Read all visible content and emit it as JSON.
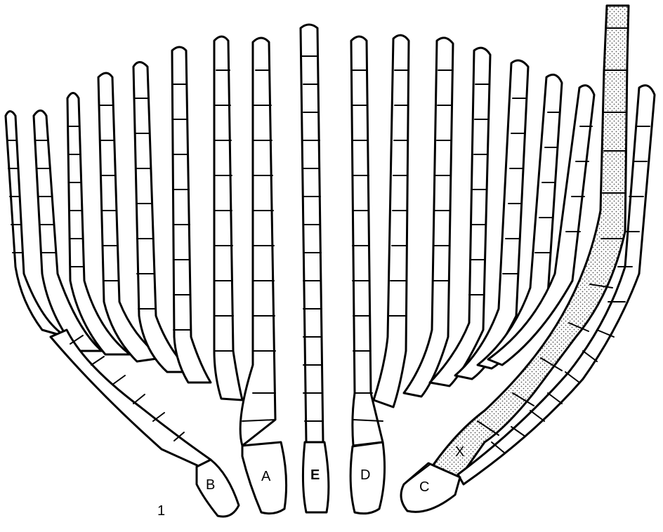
{
  "figure": {
    "number": "1",
    "labels": {
      "B": "B",
      "A": "A",
      "E": "E",
      "D": "D",
      "C": "C",
      "X": "X"
    }
  },
  "colors": {
    "line": "#000000",
    "background": "#ffffff",
    "stipple": "#555555"
  }
}
